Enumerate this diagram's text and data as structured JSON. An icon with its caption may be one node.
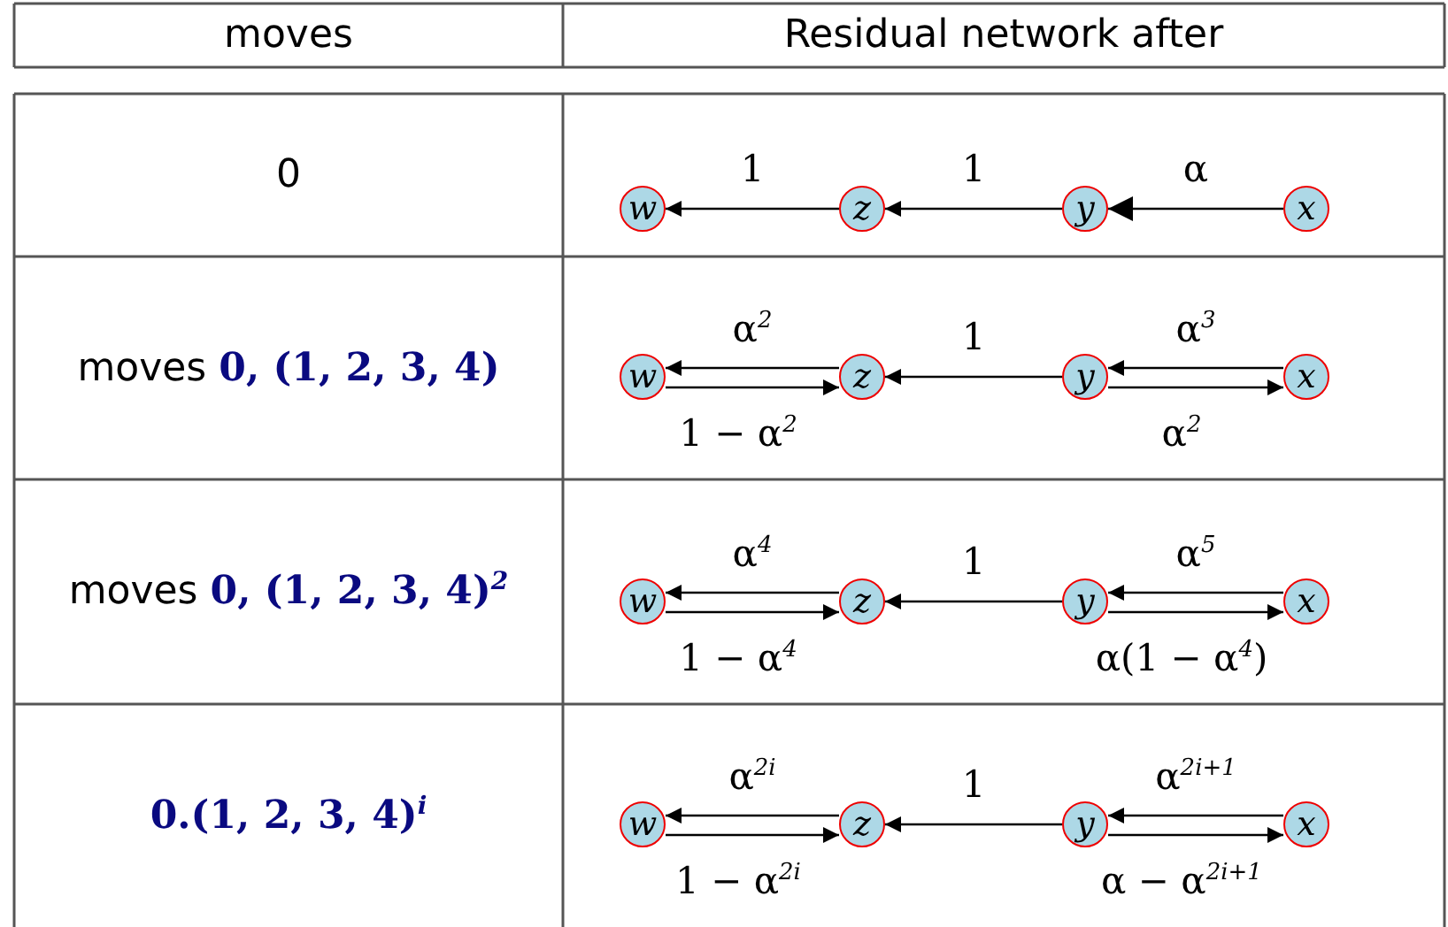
{
  "diagram": {
    "nodes": [
      {
        "text": [
          "w"
        ]
      },
      {
        "text": [
          "z"
        ]
      },
      {
        "text": [
          "y"
        ]
      },
      {
        "text": [
          "x"
        ]
      },
      {
        "text": [
          "w"
        ]
      },
      {
        "text": [
          "z"
        ]
      },
      {
        "text": [
          "y"
        ]
      },
      {
        "text": [
          "x"
        ]
      },
      {
        "text": [
          "w"
        ]
      },
      {
        "text": [
          "z"
        ]
      },
      {
        "text": [
          "y"
        ]
      },
      {
        "text": [
          "x"
        ]
      },
      {
        "text": [
          "w"
        ]
      },
      {
        "text": [
          "z"
        ]
      },
      {
        "text": [
          "y"
        ]
      },
      {
        "text": [
          "x"
        ]
      }
    ],
    "edges": [
      {
        "from": 1,
        "to": 0,
        "arrow": "to",
        "label": "1"
      },
      {
        "from": 2,
        "to": 1,
        "arrow": "to",
        "label": "1"
      },
      {
        "from": 3,
        "to": 2,
        "arrow": "to",
        "label": "α"
      },
      {
        "from": 5,
        "to": 4,
        "arrow": "to",
        "label": "α$^{2}$"
      },
      {
        "from": 4,
        "to": 5,
        "arrow": "to",
        "label": "1 − α$^{2}$"
      },
      {
        "from": 6,
        "to": 5,
        "arrow": "to",
        "label": "1"
      },
      {
        "from": 7,
        "to": 6,
        "arrow": "to",
        "label": "α$^{3}$"
      },
      {
        "from": 6,
        "to": 7,
        "arrow": "to",
        "label": "α$^{2}$"
      },
      {
        "from": 9,
        "to": 8,
        "arrow": "to",
        "label": "α$^{4}$"
      },
      {
        "from": 8,
        "to": 9,
        "arrow": "to",
        "label": "1 − α$^{4}$"
      },
      {
        "from": 10,
        "to": 9,
        "arrow": "to",
        "label": "1"
      },
      {
        "from": 11,
        "to": 10,
        "arrow": "to",
        "label": "α$^{5}$"
      },
      {
        "from": 10,
        "to": 11,
        "arrow": "to",
        "label": "α(1 − α$^{4}$)"
      },
      {
        "from": 13,
        "to": 12,
        "arrow": "to",
        "label": "α$^{2i}$"
      },
      {
        "from": 12,
        "to": 13,
        "arrow": "to",
        "label": "1 − α$^{2i}$"
      },
      {
        "from": 14,
        "to": 13,
        "arrow": "to",
        "label": "1"
      },
      {
        "from": 15,
        "to": 14,
        "arrow": "to",
        "label": "α$^{2i+1}$"
      },
      {
        "from": 14,
        "to": 15,
        "arrow": "to",
        "label": "α − α$^{2i+1}$"
      }
    ],
    "labels": [
      "moves",
      "Residual network after",
      "0",
      "moves **0, (1, 2, 3, 4)**",
      "moves **0, (1, 2, 3, 4)**$^{2}$",
      "**0.(1, 2, 3, 4)**$^{i}$"
    ]
  }
}
